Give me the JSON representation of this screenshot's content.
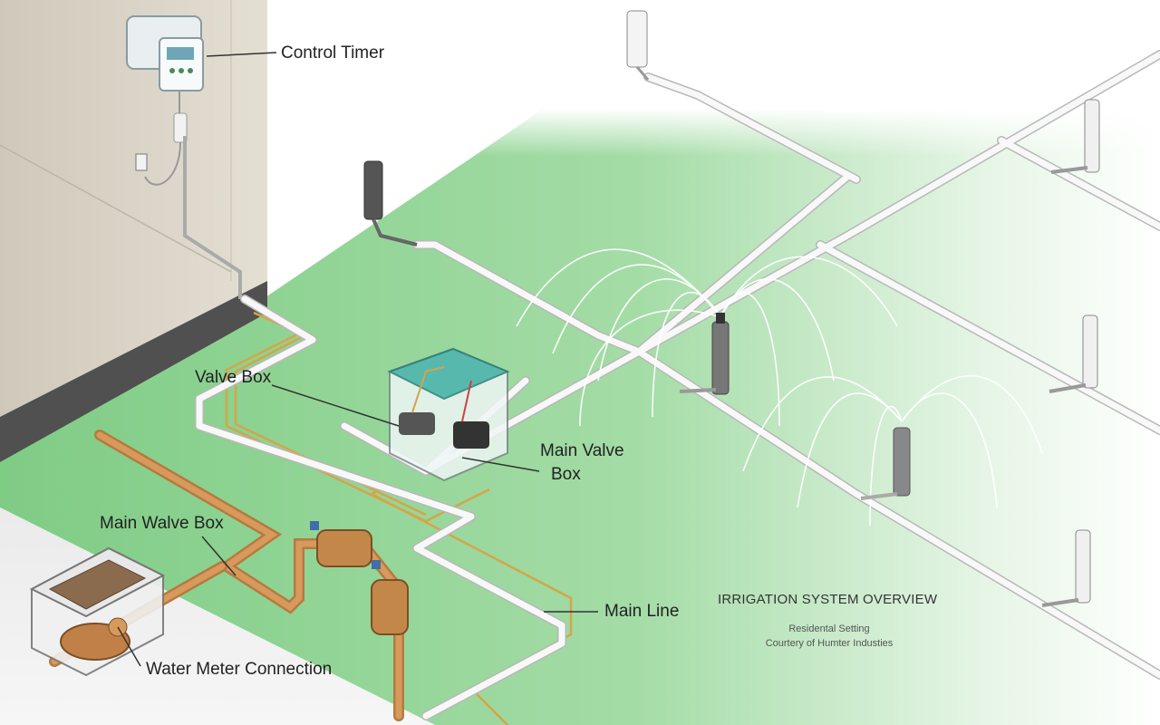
{
  "labels": {
    "control_timer": "Control Timer",
    "valve_box": "Valve Box",
    "main_valve_box_line1": "Main Valve",
    "main_valve_box_line2": "Box",
    "main_walve_box": "Main Walve Box",
    "main_line": "Main Line",
    "water_meter": "Water Meter Connection"
  },
  "caption": {
    "title": "IRRIGATION SYSTEM OVERVIEW",
    "line1": "Residental Setting",
    "line2": "Courtery of Humter Industies"
  },
  "colors": {
    "lawn": "#8fd18f",
    "house_wall": "#ddd7c9",
    "house_base": "#4a4a4a",
    "pipe": "#f4f4f4",
    "pipe_edge": "#b8b8b8",
    "copper": "#c78a4a",
    "wire": "#d4a548",
    "valve_lid": "#3fb0a4"
  }
}
